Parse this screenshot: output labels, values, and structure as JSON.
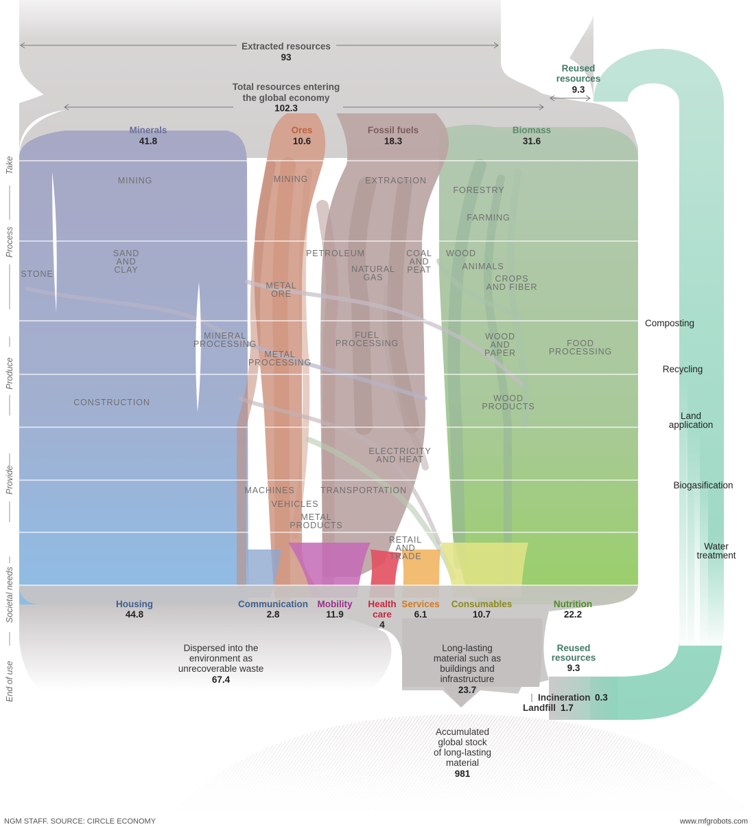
{
  "top": {
    "extracted": {
      "label": "Extracted resources",
      "value": "93"
    },
    "total": {
      "label_line1": "Total resources entering",
      "label_line2": "the global economy",
      "value": "102.3"
    },
    "reused": {
      "label_line1": "Reused",
      "label_line2": "resources",
      "value": "9.3"
    }
  },
  "categories": {
    "minerals": {
      "label": "Minerals",
      "value": "41.8",
      "color": "#8a90b8"
    },
    "ores": {
      "label": "Ores",
      "value": "10.6",
      "color": "#c9765a"
    },
    "fossil": {
      "label": "Fossil fuels",
      "value": "18.3",
      "color": "#8e6f6f"
    },
    "biomass": {
      "label": "Biomass",
      "value": "31.6",
      "color": "#6f9a7a"
    }
  },
  "stages": [
    "Take",
    "Process",
    "Produce",
    "Provide",
    "Societal needs",
    "End of use"
  ],
  "labels": {
    "mining1": "MINING",
    "mining2": "MINING",
    "extraction": "EXTRACTION",
    "forestry": "FORESTRY",
    "farming": "FARMING",
    "sand_l1": "SAND",
    "sand_l2": "AND",
    "sand_l3": "CLAY",
    "stone": "STONE",
    "petroleum": "PETROLEUM",
    "natgas_l1": "NATURAL",
    "natgas_l2": "GAS",
    "coal_l1": "COAL",
    "coal_l2": "AND",
    "coal_l3": "PEAT",
    "wood": "WOOD",
    "animals": "ANIMALS",
    "crops_l1": "CROPS",
    "crops_l2": "AND FIBER",
    "metalore_l1": "METAL",
    "metalore_l2": "ORE",
    "mineralproc_l1": "MINERAL",
    "mineralproc_l2": "PROCESSING",
    "metalproc_l1": "METAL",
    "metalproc_l2": "PROCESSING",
    "fuelproc_l1": "FUEL",
    "fuelproc_l2": "PROCESSING",
    "woodpaper_l1": "WOOD",
    "woodpaper_l2": "AND",
    "woodpaper_l3": "PAPER",
    "foodproc_l1": "FOOD",
    "foodproc_l2": "PROCESSING",
    "construction": "CONSTRUCTION",
    "woodproducts_l1": "WOOD",
    "woodproducts_l2": "PRODUCTS",
    "electricity_l1": "ELECTRICITY",
    "electricity_l2": "AND HEAT",
    "machines": "MACHINES",
    "transportation": "TRANSPORTATION",
    "vehicles": "VEHICLES",
    "metalproducts_l1": "METAL",
    "metalproducts_l2": "PRODUCTS",
    "retail_l1": "RETAIL",
    "retail_l2": "AND",
    "retail_l3": "TRADE"
  },
  "needs": {
    "housing": {
      "label": "Housing",
      "value": "44.8",
      "color": "#3f5e8c"
    },
    "communication": {
      "label": "Communication",
      "value": "2.8",
      "color": "#3f5e8c"
    },
    "mobility": {
      "label": "Mobility",
      "value": "11.9",
      "color": "#9a2f86"
    },
    "healthcare": {
      "label_line1": "Health",
      "label_line2": "care",
      "value": "4",
      "color": "#c8263a"
    },
    "services": {
      "label": "Services",
      "value": "6.1",
      "color": "#d07a1e"
    },
    "consumables": {
      "label": "Consumables",
      "value": "10.7",
      "color": "#8a8a1a"
    },
    "nutrition": {
      "label": "Nutrition",
      "value": "22.2",
      "color": "#4f8a2a"
    }
  },
  "end": {
    "dispersed": {
      "l1": "Dispersed into the",
      "l2": "environment as",
      "l3": "unrecoverable waste",
      "value": "67.4"
    },
    "longlasting": {
      "l1": "Long-lasting",
      "l2": "material such as",
      "l3": "buildings and",
      "l4": "infrastructure",
      "value": "23.7"
    },
    "reused": {
      "l1": "Reused",
      "l2": "resources",
      "value": "9.3"
    },
    "incineration": {
      "label": "Incineration",
      "value": "0.3"
    },
    "landfill": {
      "label": "Landfill",
      "value": "1.7"
    },
    "stock": {
      "l1": "Accumulated",
      "l2": "global stock",
      "l3": "of long-lasting",
      "l4": "material",
      "value": "981"
    }
  },
  "recycle": {
    "composting": "Composting",
    "recycling": "Recycling",
    "land_l1": "Land",
    "land_l2": "application",
    "biogas": "Biogasification",
    "water_l1": "Water",
    "water_l2": "treatment"
  },
  "footer": {
    "credit": "NGM STAFF. SOURCE: CIRCLE ECONOMY",
    "site": "www.mfgrobots.com"
  }
}
